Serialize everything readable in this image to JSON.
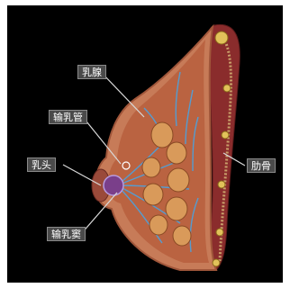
{
  "labels": {
    "glands": "乳腺",
    "ducts": "输乳管",
    "nipple": "乳头",
    "sinus": "输乳窦",
    "ribs": "肋骨"
  },
  "colors": {
    "background": "#000000",
    "skin": "#c77b58",
    "tissue": "#b8613f",
    "lobule": "#c7804a",
    "duct": "#4aa3e0",
    "nipple": "#7a3f8a",
    "muscle": "#8a2c2c",
    "rib": "#e2c25a"
  }
}
